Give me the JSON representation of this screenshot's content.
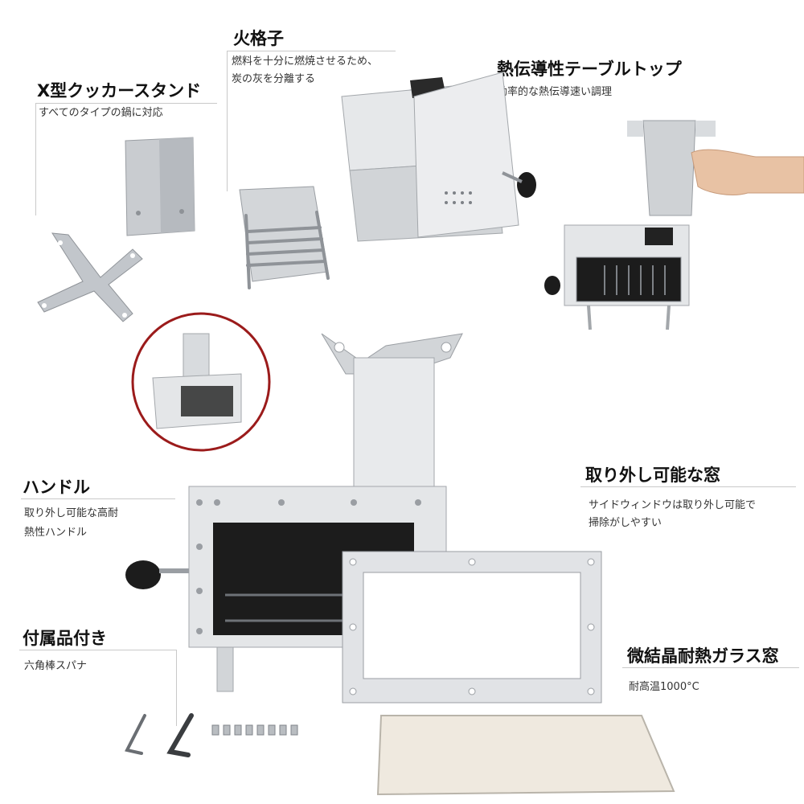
{
  "features": {
    "cooker_stand": {
      "title": "X型クッカースタンド",
      "desc": "すべてのタイプの鍋に対応"
    },
    "fire_grate": {
      "title": "火格子",
      "desc_line1": "燃料を十分に燃焼させるため、",
      "desc_line2": "炭の灰を分離する"
    },
    "tabletop": {
      "title": "熱伝導性テーブルトップ",
      "desc": "効率的な熱伝導速い調理"
    },
    "handle": {
      "title": "ハンドル",
      "desc_line1": "取り外し可能な高耐",
      "desc_line2": "熱性ハンドル"
    },
    "window": {
      "title": "取り外し可能な窓",
      "desc_line1": "サイドウィンドウは取り外し可能で",
      "desc_line2": "掃除がしやすい"
    },
    "accessories": {
      "title": "付属品付き",
      "desc": "六角棒スパナ"
    },
    "glass": {
      "title": "微結晶耐熱ガラス窓",
      "desc": "耐高温1000°C"
    }
  },
  "colors": {
    "steel": "#d9dcdf",
    "steel_dark": "#a9adb2",
    "glass_dark": "#1c1c1c",
    "highlight_ring": "#9b1b1b",
    "ceramic": "#efe9df"
  }
}
